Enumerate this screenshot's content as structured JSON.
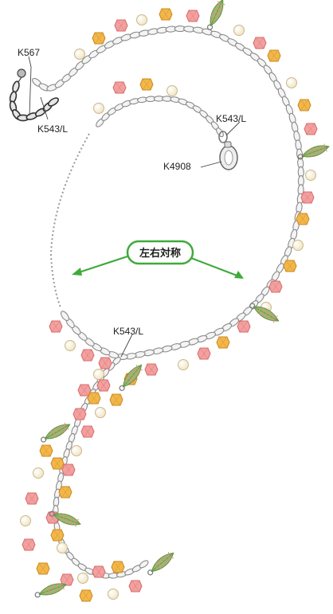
{
  "labels": {
    "k567": "K567",
    "k543_top": "K543/L",
    "k543_right": "K543/L",
    "k4908": "K4908",
    "k543_bottom": "K543/L"
  },
  "badge": {
    "text": "左右対称"
  },
  "colors": {
    "chain": "#8a8a8a",
    "chain_fill": "#f4f4f4",
    "pearl": "#f6efd6",
    "pearl_stroke": "#c9b98a",
    "pink_bead": "#f2a0a0",
    "pink_stroke": "#d86a6a",
    "amber_bead": "#f2b64a",
    "amber_stroke": "#c98a1d",
    "leaf": "#8fbf6a",
    "leaf_stroke": "#5f8f3d",
    "leaf_accent": "#e58a8a",
    "accent_green": "#3faa3a",
    "dotted": "#999999"
  },
  "icons": {
    "clasp": "lobster-clasp-icon",
    "chain_end": "chain-extender-icon",
    "arrow_left": "arrow-left-icon",
    "arrow_right": "arrow-right-icon"
  }
}
